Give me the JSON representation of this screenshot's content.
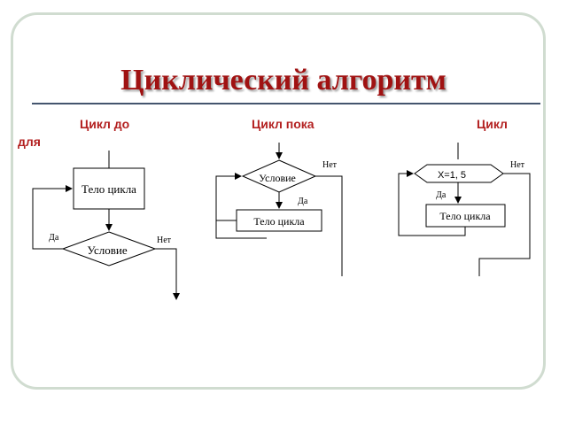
{
  "title": "Циклический алгоритм",
  "headings": {
    "do_loop": "Цикл до",
    "while_loop": "Цикл пока",
    "for_loop_line1": "Цикл",
    "for_loop_line2": "для"
  },
  "do_loop": {
    "body": "Тело цикла",
    "condition": "Условие",
    "yes": "Да",
    "no": "Нет"
  },
  "while_loop": {
    "condition": "Условие",
    "body": "Тело цикла",
    "yes": "Да",
    "no": "Нет"
  },
  "for_loop": {
    "header": "X=1, 5",
    "body": "Тело цикла",
    "yes": "Да",
    "no": "Нет"
  },
  "colors": {
    "title": "#a01212",
    "heading": "#b32020",
    "border": "#d0dcd0",
    "rule": "#44556e"
  }
}
